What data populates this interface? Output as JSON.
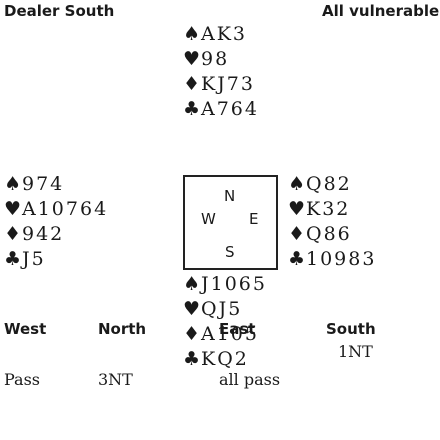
{
  "header": {
    "dealer": "Dealer South",
    "vulnerability": "All vulnerable"
  },
  "hands": {
    "north": [
      {
        "suit": "♠",
        "cards": "AK3"
      },
      {
        "suit": "♥",
        "cards": "98"
      },
      {
        "suit": "♦",
        "cards": "KJ73"
      },
      {
        "suit": "♣",
        "cards": "A764"
      }
    ],
    "west": [
      {
        "suit": "♠",
        "cards": "974"
      },
      {
        "suit": "♥",
        "cards": "A10764"
      },
      {
        "suit": "♦",
        "cards": "942"
      },
      {
        "suit": "♣",
        "cards": "J5"
      }
    ],
    "east": [
      {
        "suit": "♠",
        "cards": "Q82"
      },
      {
        "suit": "♥",
        "cards": "K32"
      },
      {
        "suit": "♦",
        "cards": "Q86"
      },
      {
        "suit": "♣",
        "cards": "10983"
      }
    ],
    "south": [
      {
        "suit": "♠",
        "cards": "J1065"
      },
      {
        "suit": "♥",
        "cards": "QJ5"
      },
      {
        "suit": "♦",
        "cards": "A105"
      },
      {
        "suit": "♣",
        "cards": "KQ2"
      }
    ]
  },
  "compass": {
    "n": "N",
    "w": "W",
    "e": "E",
    "s": "S"
  },
  "auction": {
    "headers": [
      "West",
      "North",
      "East",
      "South"
    ],
    "row1": [
      "",
      "",
      "",
      "1NT"
    ],
    "row2": [
      "Pass",
      "3NT",
      "all pass",
      ""
    ]
  },
  "colors": {
    "text": "#1a1a1a",
    "border": "#222222"
  }
}
